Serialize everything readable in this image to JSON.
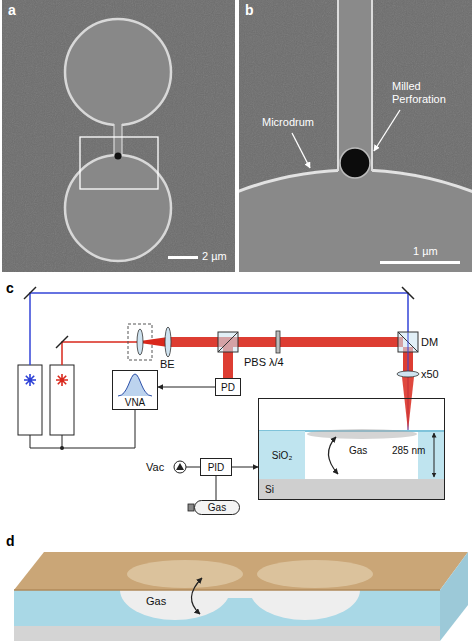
{
  "diagram": {
    "nodes": [
      {
        "text": [
          "PD"
        ]
      },
      {
        "text": [
          "VNA"
        ]
      },
      {
        "text": [
          "PID"
        ]
      },
      {
        "text": [
          "Gas"
        ]
      },
      {
        "text": [
          "Gas",
          "285 nm"
        ]
      },
      {
        "text": [
          "SiO₂"
        ],
        "in": 4
      },
      {
        "text": [
          "Si"
        ],
        "in": 4
      }
    ],
    "edges": [
      {
        "from": 0,
        "to": 1,
        "arrow": "to"
      },
      {
        "from": 3,
        "to": 2,
        "arrow": "none"
      },
      {
        "from": 2,
        "to": 4,
        "arrow": "to"
      }
    ],
    "labels": [
      "a",
      "2 µm",
      "b",
      "Microdrum",
      "Milled Perforation",
      "1 µm",
      "c",
      "BE",
      "PBS",
      "λ/4",
      "DM",
      "x50",
      "Vac",
      "d",
      "Gas"
    ]
  }
}
